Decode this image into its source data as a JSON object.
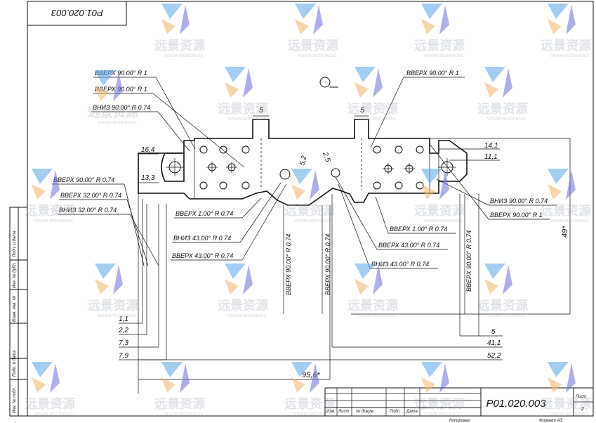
{
  "drawing": {
    "part_number": "P01.020.003",
    "part_number_rotated": "P01.020.003",
    "copied_label": "Копировал",
    "format_label": "Формат A3",
    "sheet_label": "Лист",
    "sheet_number": "2"
  },
  "title_block": {
    "columns": [
      "Изм.",
      "Лист",
      "№ докум.",
      "Подп.",
      "Дата"
    ]
  },
  "side_stamp": [
    "Инв. № подл.",
    "Подп. и дата",
    "Взам. инв. №",
    "Инв. № дубл.",
    "Подп. и дата"
  ],
  "bend_notes": {
    "n1": "ВВЕРХ  90.00°  R 1",
    "n2": "ВВЕРХ  90.00°  R 1",
    "n3": "ВНИЗ  90.00°  R 0.74",
    "n4": "ВВЕРХ  90.00°  R 0.74",
    "n5": "ВВЕРХ  32.00°  R 0.74",
    "n6": "ВНИЗ  32.00°  R 0.74",
    "n7": "ВВЕРХ  1.00°  R 0.74",
    "n8": "ВНИЗ  43.00°  R 0.74",
    "n9": "ВВЕРХ  43.00°  R 0.74",
    "n10": "ВВЕРХ  90.00°  R 1",
    "n11": "ВНИЗ  90.00°  R 0.74",
    "n12": "ВВЕРХ  90.00°  R 1",
    "n13": "ВВЕРХ  1.00°  R 0.74",
    "n14": "ВВЕРХ  43.00°  R 0.74",
    "n15": "ВНИЗ  43.00°  R 0.74",
    "v1": "ВВЕРХ  90.00°  R 0.74",
    "v2": "ВВЕРХ  90.00°  R 0.74",
    "v3": "ВВЕРХ  90.00°  R 0.74"
  },
  "dimensions": {
    "d5a": "5",
    "d5b": "5",
    "d16_4": "16,4",
    "d13_3": "13,3",
    "d5_2": "5,2",
    "d2_5": "2,5",
    "d14_1": "14,1",
    "d11_1": "11,1",
    "d49": "49*",
    "d1_1": "1,1",
    "d2_2": "2,2",
    "d7_3": "7,3",
    "d7_9": "7,9",
    "d5c": "5",
    "d41_1": "41,1",
    "d52_2": "52,2",
    "d95_6": "95,6*"
  },
  "watermark": {
    "text": "远景资源",
    "subtext": "VISION RESOURCES"
  },
  "colors": {
    "line": "#111111",
    "wm_blue": "#5aa7e6",
    "wm_orange": "#f2b56b",
    "wm_purple": "#6d6fd8"
  }
}
